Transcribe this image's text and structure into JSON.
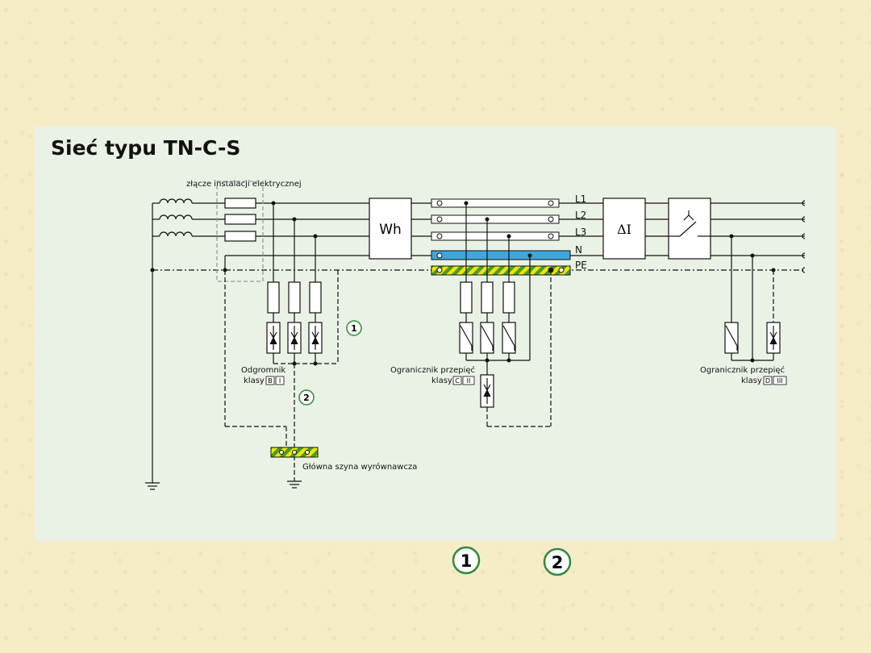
{
  "title": "Sieć typu TN-C-S",
  "labels": {
    "connection": "złącze instalacji elektrycznej",
    "meter": "Wh",
    "rcd": "ΔI",
    "arrester_line1": "Odgromnik",
    "arrester_line2": "klasy",
    "limiter_c_line1": "Ogranicznik przepięć",
    "limiter_c_line2": "klasy",
    "limiter_d_line1": "Ogranicznik przepięć",
    "limiter_d_line2": "klasy",
    "bus": "Główna szyna wyrównawcza",
    "class_b": "B",
    "class_i": "I",
    "class_c": "C",
    "class_ii": "II",
    "class_d": "D",
    "class_iii": "III"
  },
  "conductors": [
    "L1",
    "L2",
    "L3",
    "N",
    "PE"
  ],
  "markers": [
    "1",
    "2"
  ],
  "legend": [
    "1",
    "2"
  ],
  "colors": {
    "panel": "#eaf2e6",
    "background": "#f6ecc8",
    "n_bar": "#3ea7dc",
    "pe_yellow": "#f2e600",
    "pe_green": "#4a9a2e",
    "marker": "#2e8b3a"
  }
}
